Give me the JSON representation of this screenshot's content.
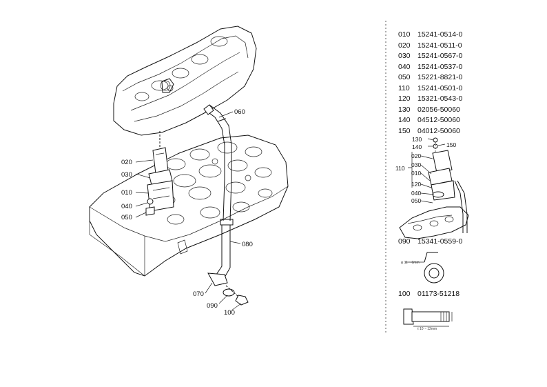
{
  "parts_list": [
    {
      "code": "010",
      "part": "15241-0514-0"
    },
    {
      "code": "020",
      "part": "15241-0511-0"
    },
    {
      "code": "030",
      "part": "15241-0567-0"
    },
    {
      "code": "040",
      "part": "15241-0537-0"
    },
    {
      "code": "050",
      "part": "15221-8821-0"
    },
    {
      "code": "110",
      "part": "15241-0501-0"
    },
    {
      "code": "120",
      "part": "15321-0543-0"
    },
    {
      "code": "130",
      "part": "02056-50060"
    },
    {
      "code": "140",
      "part": "04512-50060"
    },
    {
      "code": "150",
      "part": "04012-50060"
    }
  ],
  "part_090": {
    "code": "090",
    "part": "15341-0559-0",
    "dimension": "φ 11 ~ 6mm"
  },
  "part_100": {
    "code": "100",
    "part": "01173-51218",
    "dimension": "ℓ 10 ~ 12mm"
  },
  "main_callouts": {
    "c020": "020",
    "c030": "030",
    "c010": "010",
    "c040": "040",
    "c050": "050",
    "c060": "060",
    "c080": "080",
    "c070": "070",
    "c090": "090",
    "c100": "100"
  },
  "detail_callouts": {
    "c130": "130",
    "c140": "140",
    "c150": "150",
    "c110": "110",
    "c020": "020",
    "c030": "030",
    "c010": "010",
    "c120": "120",
    "c040": "040",
    "c050": "050"
  }
}
